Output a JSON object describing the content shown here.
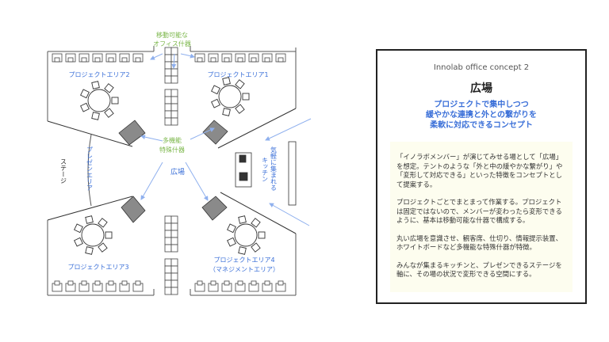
{
  "plan": {
    "movable_furniture": [
      "移動可能な",
      "オフィス什器"
    ],
    "area1": "プロジェクトエリア1",
    "area2": "プロジェクトエリア2",
    "area3": "プロジェクトエリア3",
    "area4": "プロジェクトエリア4",
    "area4_sub": "（マネジメントエリア）",
    "multi_furniture": [
      "多機能",
      "特殊什器"
    ],
    "plaza": "広場",
    "stage": "ステージ",
    "presen_area": "プレゼンエリア",
    "kitchen": [
      "気軽に集まれる",
      "キッチン"
    ],
    "colors": {
      "blue": "#3a6fd8",
      "green": "#7ab648",
      "arrow": "#8fb0ee",
      "gray": "#8a8a8a"
    }
  },
  "panel": {
    "subtitle": "Innolab office concept 2",
    "title": "広場",
    "catch": [
      "プロジェクトで集中しつつ",
      "緩やかな連携と外との繋がりを",
      "柔軟に対応できるコンセプト"
    ],
    "paragraphs": [
      "「イノラボメンバー」が演じてみせる場として「広場」を想定。テントのような「外と中の緩やかな繋がり」や「変形して対応できる」といった特徴をコンセプトとして提案する。",
      "プロジェクトごとでまとまって作業する。プロジェクトは固定ではないので、メンバーが変わったら変形できるように、基本は移動可能な什器で構成する。",
      "丸い広場を意識させ、観客席、仕切り、情報提示装置、ホワイトボードなど多機能な特殊什器が特徴。",
      "みんなが集まるキッチンと、プレゼンできるステージを軸に、その場の状況で変形できる空間にする。"
    ]
  }
}
